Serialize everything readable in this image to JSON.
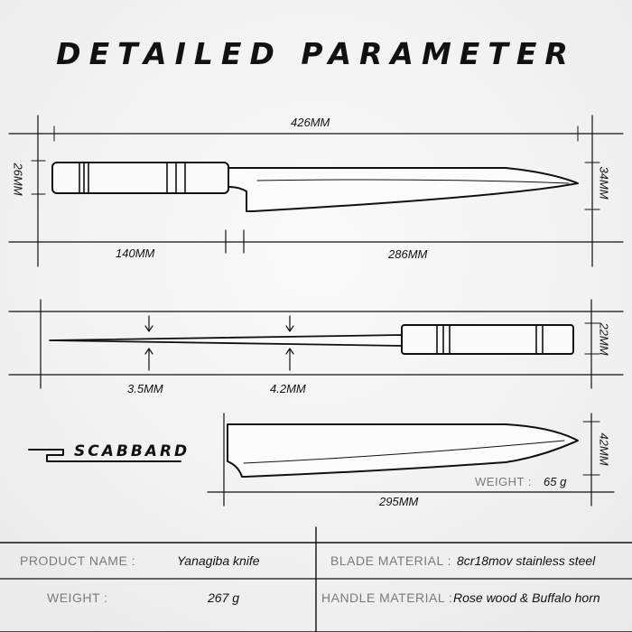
{
  "title": "DETAILED PARAMETER",
  "dimensions": {
    "total_length": "426MM",
    "handle_height": "26MM",
    "blade_height": "34MM",
    "handle_length": "140MM",
    "blade_length": "286MM",
    "side_height": "22MM",
    "spine_thickness_1": "3.5MM",
    "spine_thickness_2": "4.2MM",
    "scabbard_height": "42MM",
    "scabbard_length": "295MM"
  },
  "scabbard": {
    "label": "SCABBARD",
    "weight_label": "WEIGHT :",
    "weight_value": "65 g"
  },
  "specs": {
    "product_name_label": "PRODUCT NAME :",
    "product_name_value": "Yanagiba knife",
    "blade_material_label": "BLADE MATERIAL :",
    "blade_material_value": "8cr18mov stainless steel",
    "weight_label": "WEIGHT :",
    "weight_value": "267 g",
    "handle_material_label": "HANDLE MATERIAL :",
    "handle_material_value": "Rose wood & Buffalo horn"
  }
}
